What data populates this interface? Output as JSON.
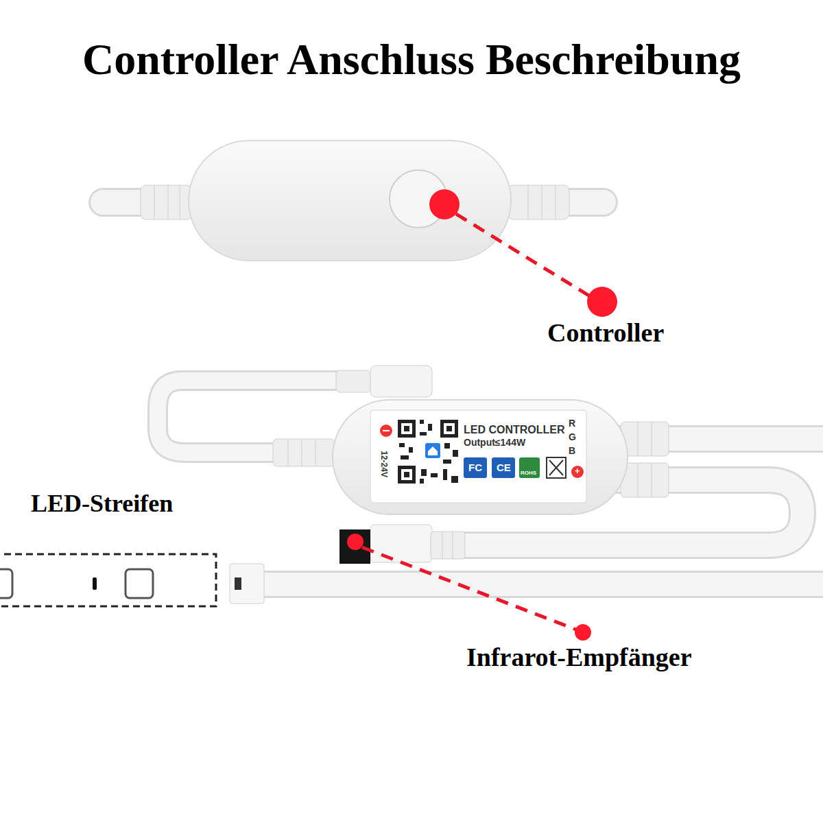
{
  "diagram": {
    "title": "Controller Anschluss Beschreibung",
    "labels": [
      "Controller",
      "LED-Streifen",
      "Infrarot-Empfänger",
      "LED CONTROLLER",
      "Output≤144W",
      "12-24V",
      "R",
      "G",
      "B",
      "FC",
      "CE",
      "ROHS",
      "+"
    ]
  }
}
